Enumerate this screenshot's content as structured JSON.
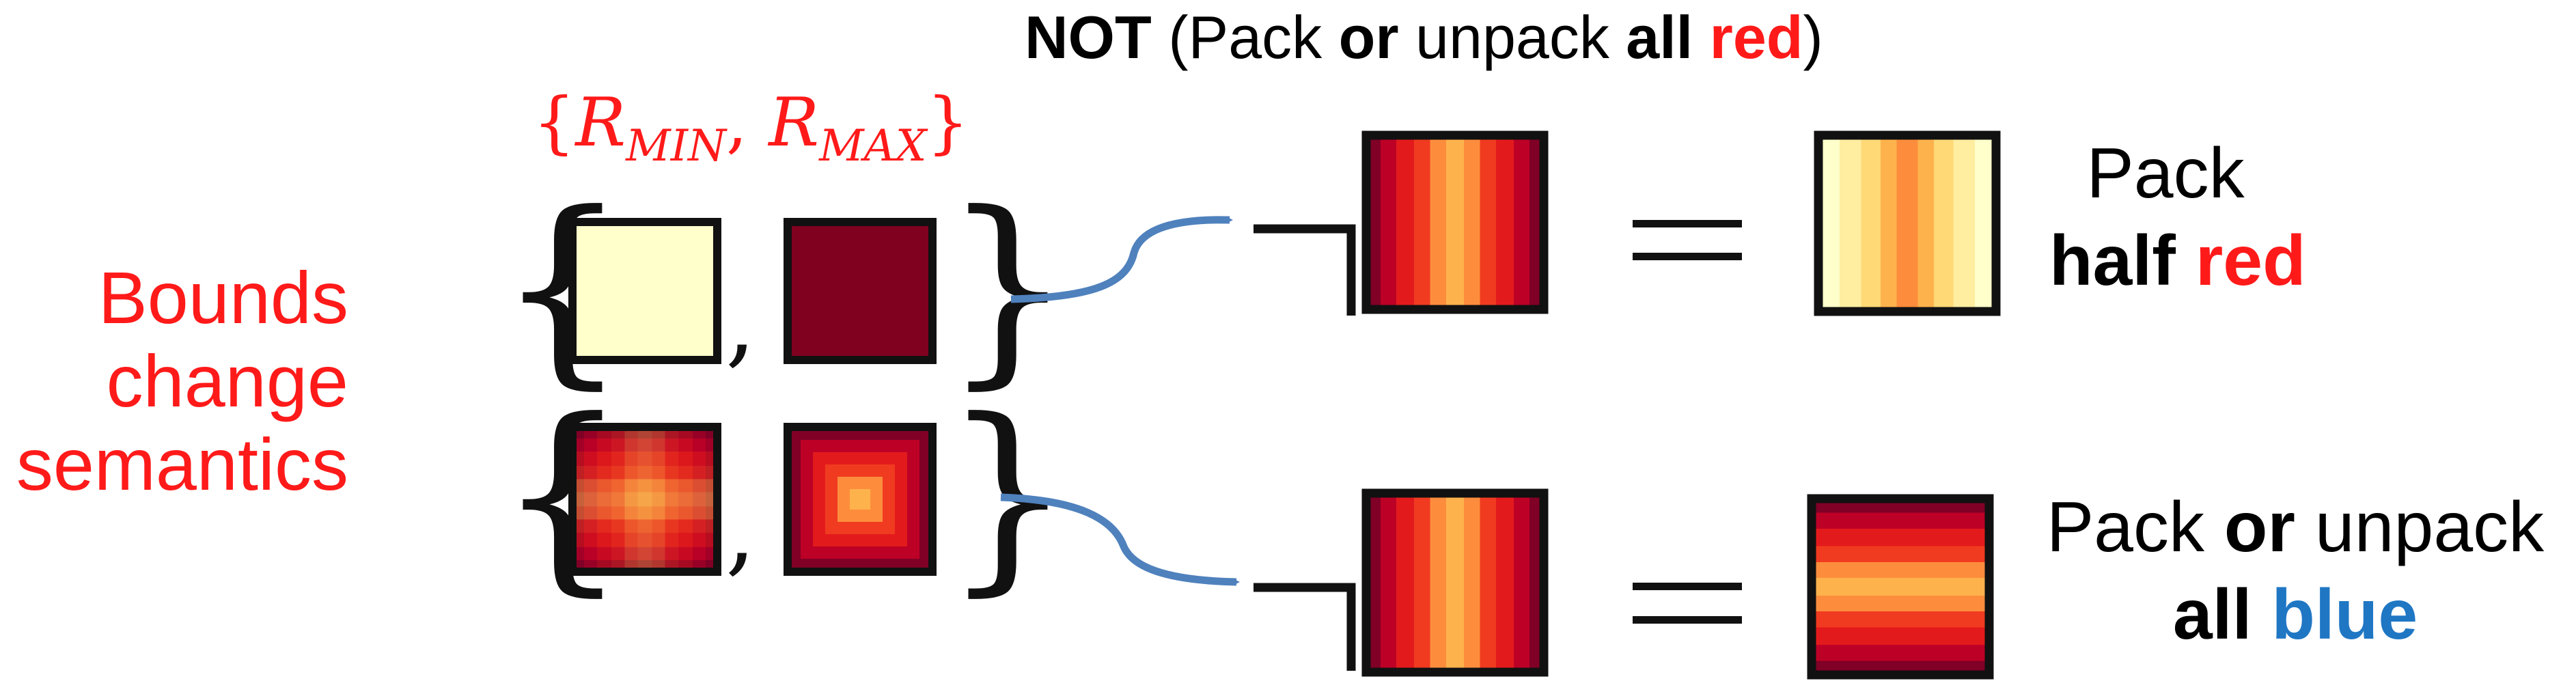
{
  "headline": {
    "not": "NOT",
    "open": " (Pack ",
    "or": "or",
    "mid": " unpack ",
    "all": "all",
    "space": " ",
    "red": "red",
    "close": ")"
  },
  "bounds_label": {
    "line1": "Bounds",
    "line2": "change",
    "line3": "semantics"
  },
  "rset": {
    "open": "{",
    "r1": "R",
    "sub1": "MIN",
    "comma": ", ",
    "r2": "R",
    "sub2": "MAX",
    "close": "}"
  },
  "set_braces": {
    "open": "{",
    "comma": ",",
    "close": "}"
  },
  "negation_symbol": "¬",
  "equals_symbol": "=",
  "result_top": {
    "line1": "Pack",
    "half": "half",
    "space": " ",
    "red": "red"
  },
  "result_bottom": {
    "pack": "Pack ",
    "or": "or",
    "unpack": " unpack",
    "all": "all",
    "space": " ",
    "blue": "blue"
  },
  "colors": {
    "accent_red": "#ff1a1a",
    "accent_blue": "#1f77c4",
    "arrow": "#4f81bd",
    "pale_yellow": "#ffffcc",
    "dark_red": "#800020",
    "heat_ramp": [
      "#800026",
      "#bd0026",
      "#e31a1c",
      "#fc4e2a",
      "#fd8d3c",
      "#feb24c"
    ]
  },
  "icons": {
    "arrow": "curved-arrow-icon",
    "negation": "negation-icon",
    "equals": "equals-icon"
  }
}
